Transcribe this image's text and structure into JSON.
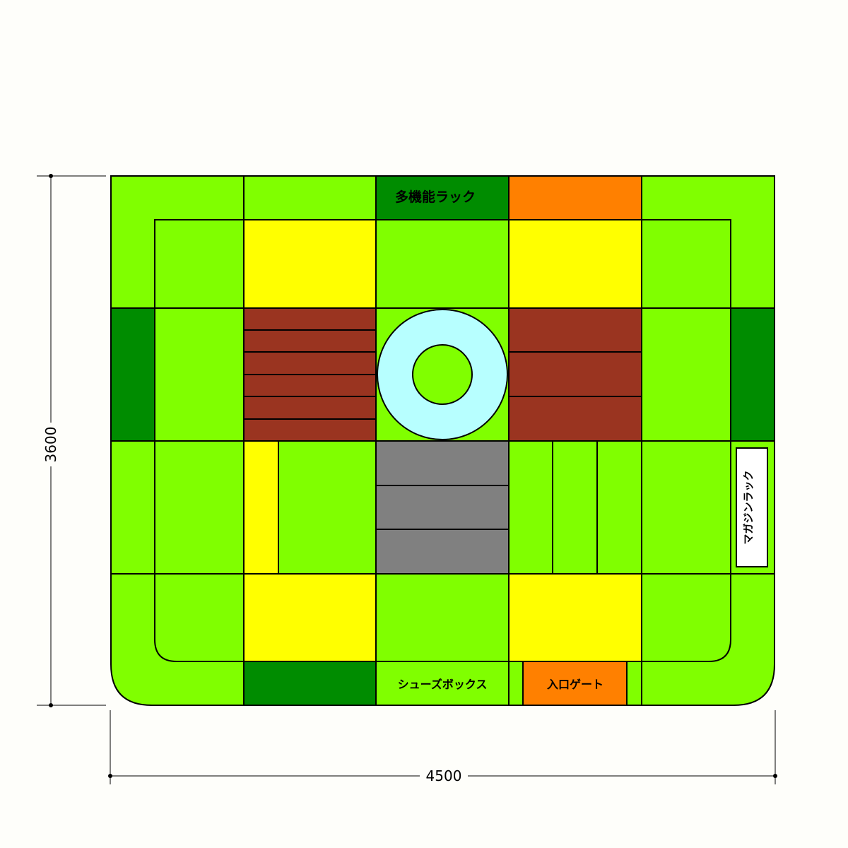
{
  "labels": {
    "multi_rack": "多機能ラック",
    "magazine_rack": "マガジンラック",
    "shoe_box": "シューズボックス",
    "entrance_gate": "入口ゲート"
  },
  "dimensions": {
    "width": "4500",
    "height": "3600"
  },
  "colors": {
    "light_green": "#80ff00",
    "dark_green": "#008c00",
    "yellow": "#ffff00",
    "orange": "#ff8000",
    "brown": "#9a3420",
    "gray": "#808080",
    "light_cyan": "#b7ffff",
    "outline": "#000000",
    "magazine_box": "#ffffff"
  }
}
